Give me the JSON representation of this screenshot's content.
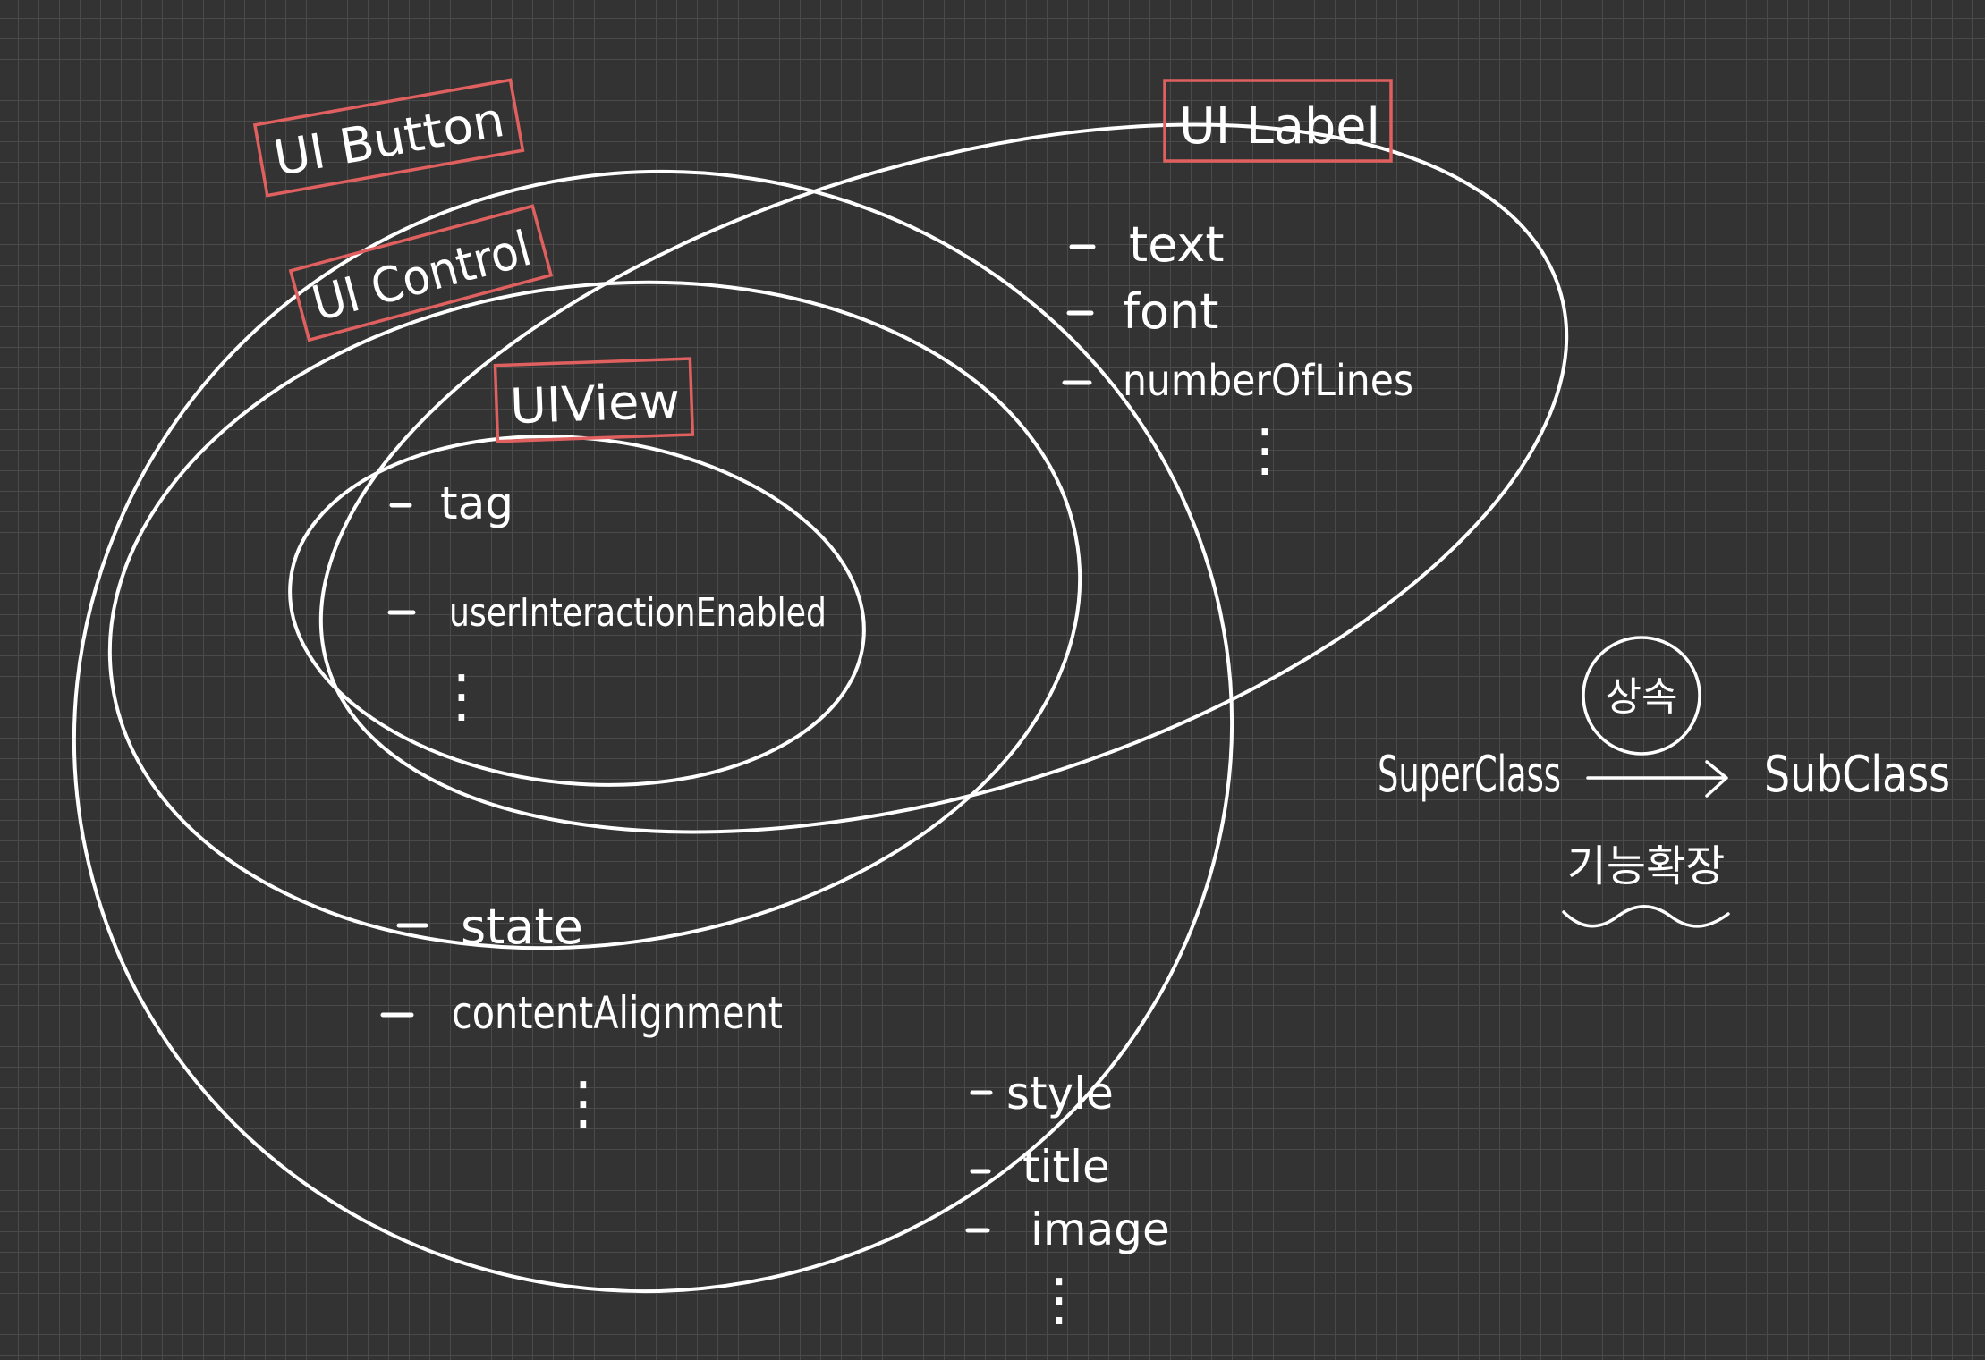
{
  "classes": {
    "uibutton": {
      "name": "UI Button",
      "props": [
        "style",
        "title",
        "image"
      ]
    },
    "uicontrol": {
      "name": "UI Control",
      "props": [
        "state",
        "contentAlignment"
      ]
    },
    "uiview": {
      "name": "UIView",
      "props": [
        "tag",
        "userInteractionEnabled"
      ]
    },
    "uilabel": {
      "name": "UI Label",
      "props": [
        "text",
        "font",
        "numberOfLines"
      ]
    }
  },
  "continuation": "⋮",
  "legend": {
    "inheritance_label": "상속",
    "superclass": "SuperClass",
    "subclass": "SubClass",
    "extension_label": "기능확장"
  },
  "colors": {
    "background": "#333333",
    "grid": "#4a4a4a",
    "stroke": "#ffffff",
    "tag_box": "#e06060"
  }
}
